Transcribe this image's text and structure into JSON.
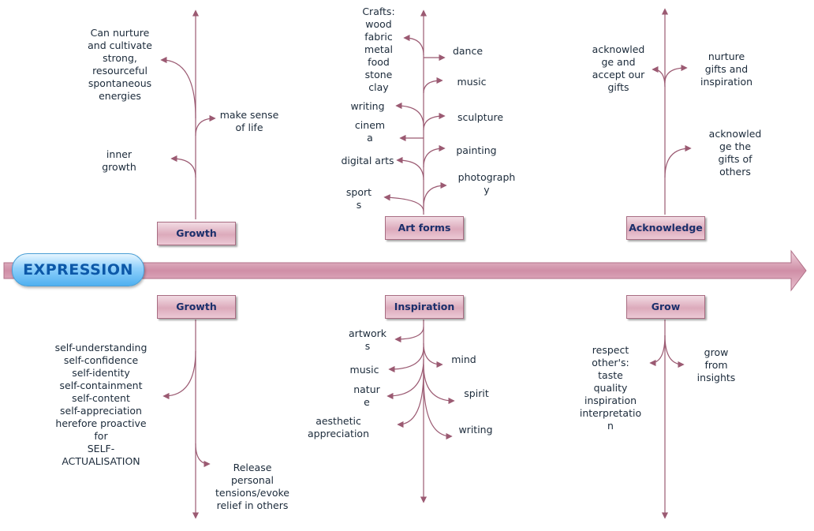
{
  "title": "EXPRESSION",
  "colors": {
    "line": "#9b5a72",
    "spine": "#d79cb1",
    "title_text": "#0c58a8",
    "box_text": "#1b2f6b"
  },
  "categories": {
    "growth_top": {
      "label": "Growth",
      "items": {
        "nurture": "Can nurture\nand cultivate\nstrong,\nresourceful\nspontaneous\nenergies",
        "sense": "make sense\nof life",
        "inner": "inner\ngrowth"
      }
    },
    "art_forms": {
      "label": "Art forms",
      "items": {
        "crafts": "Crafts:\nwood\nfabric\nmetal\nfood\nstone\nclay",
        "dance": "dance",
        "music": "music",
        "writing": "writing",
        "sculpture": "sculpture",
        "cinema": "cinem\na",
        "painting": "painting",
        "digital": "digital arts",
        "photography": "photograph\ny",
        "sports": "sport\ns"
      }
    },
    "acknowledge": {
      "label": "Acknowledge",
      "items": {
        "accept": "acknowled\nge and\naccept our\ngifts",
        "nurture": "nurture\ngifts and\ninspiration",
        "others": "acknowled\nge the\ngifts of\nothers"
      }
    },
    "growth_bottom": {
      "label": "Growth",
      "items": {
        "self": "self-understanding\nself-confidence\nself-identity\nself-containment\nself-content\nself-appreciation\nherefore proactive\nfor\nSELF-\nACTUALISATION",
        "release": "Release\npersonal\ntensions/evoke\nrelief in others"
      }
    },
    "inspiration": {
      "label": "Inspiration",
      "items": {
        "artworks": "artwork\ns",
        "mind": "mind",
        "music": "music",
        "nature": "natur\ne",
        "spirit": "spirit",
        "aesthetic": "aesthetic\nappreciation",
        "writing": "writing"
      }
    },
    "grow": {
      "label": "Grow",
      "items": {
        "respect": "respect\nother's:\ntaste\nquality\ninspiration\ninterpretatio\nn",
        "insights": "grow\nfrom\ninsights"
      }
    }
  }
}
